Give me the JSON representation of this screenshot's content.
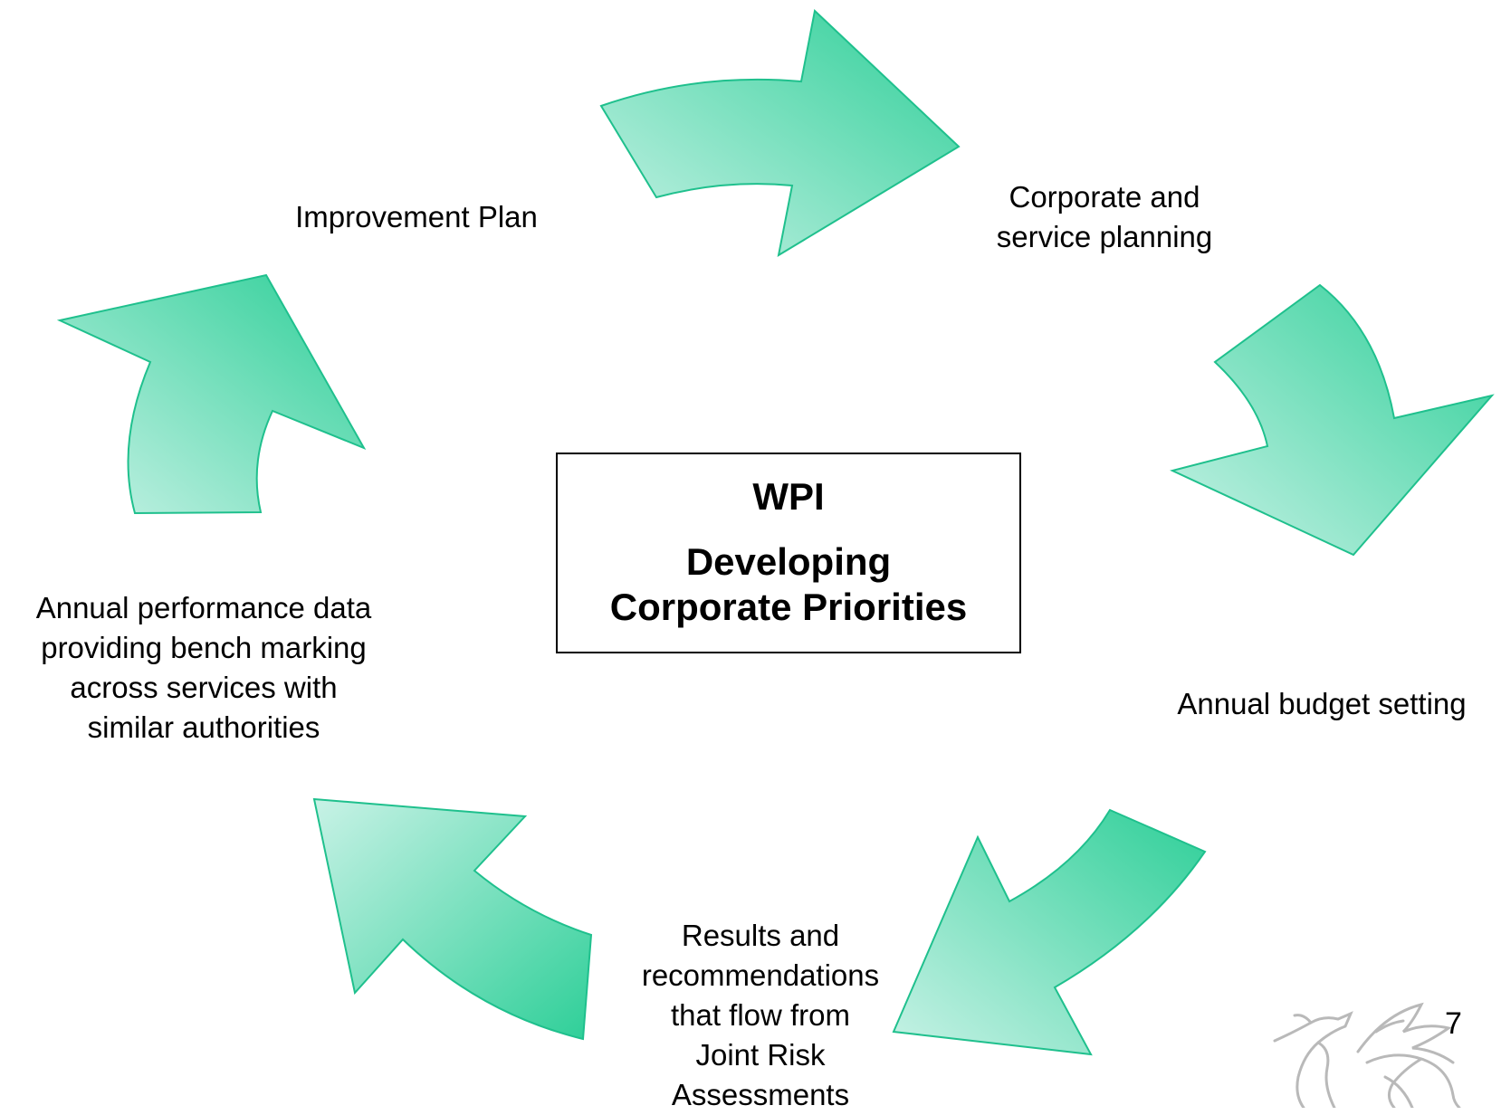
{
  "center": {
    "title": "WPI",
    "subtitle": "Developing\nCorporate Priorities"
  },
  "stages": {
    "improvement_plan": "Improvement Plan",
    "corporate_planning": "Corporate and\nservice planning",
    "budget_setting": "Annual budget setting",
    "results": "Results and\nrecommendations\nthat flow from\nJoint Risk\nAssessments",
    "performance_data": "Annual performance data\nproviding bench marking\nacross services with\nsimilar authorities"
  },
  "page_number": "7",
  "colors": {
    "arrow_dark": "#2ecf98",
    "arrow_light": "#c8f2e6",
    "arrow_stroke": "#1fc08d",
    "box_border": "#000000"
  },
  "icons": {
    "logo": "welsh-dragon-icon"
  }
}
